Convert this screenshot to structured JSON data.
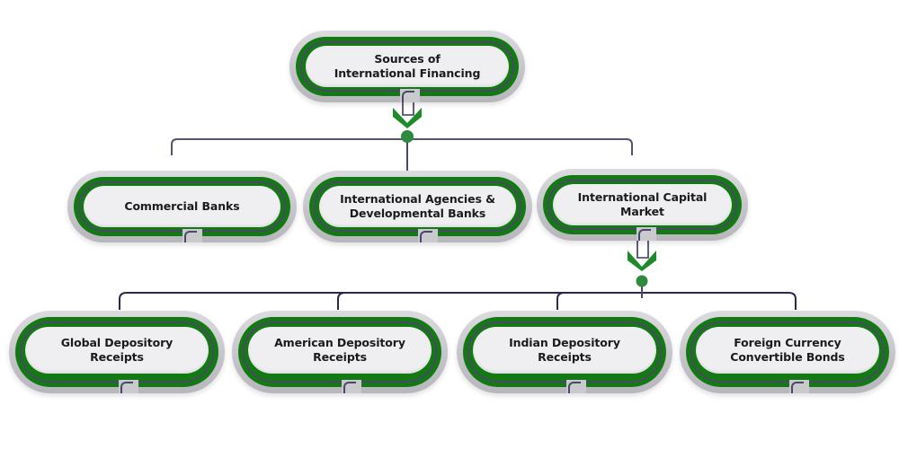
{
  "diagram": {
    "root": {
      "label": "Sources of\nInternational Financing"
    },
    "level1": [
      {
        "label": "Commercial Banks"
      },
      {
        "label": "International Agencies &\nDevelopmental Banks"
      },
      {
        "label": "International Capital\nMarket"
      }
    ],
    "level2_parent": "International Capital Market",
    "level2": [
      {
        "label": "Global Depository\nReceipts"
      },
      {
        "label": "American Depository\nReceipts"
      },
      {
        "label": "Indian Depository\nReceipts"
      },
      {
        "label": "Foreign Currency\nConvertible Bonds"
      }
    ],
    "colors": {
      "accent_green": "#137a13",
      "connector": "#4a4868",
      "node_fill": "#efeff1",
      "node_rim": "#c4c4ca",
      "junction_dot": "#2e8b3e"
    }
  }
}
